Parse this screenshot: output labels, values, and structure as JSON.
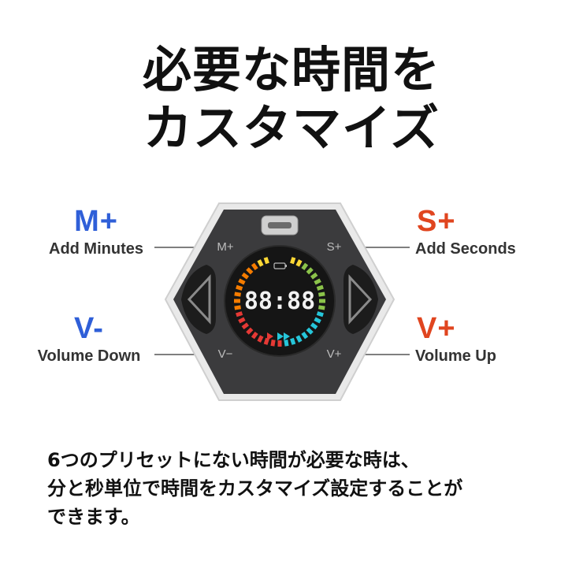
{
  "headline": {
    "line1": "必要な時間を",
    "line2": "カスタマイズ"
  },
  "callouts": {
    "m_plus": {
      "label": "M+",
      "desc": "Add Minutes",
      "color": "#2f5fd8"
    },
    "s_plus": {
      "label": "S+",
      "desc": "Add Seconds",
      "color": "#e0451f"
    },
    "v_minus": {
      "label": "V-",
      "desc": "Volume Down",
      "color": "#2f5fd8"
    },
    "v_plus": {
      "label": "V+",
      "desc": "Volume Up",
      "color": "#e0451f"
    }
  },
  "device": {
    "display": "88:88",
    "corner_labels": {
      "top_left": "M+",
      "top_right": "S+",
      "bottom_left": "V−",
      "bottom_right": "V+"
    },
    "ring_colors": [
      "#e53935",
      "#f57c00",
      "#fdd835",
      "#8bc34a",
      "#26c6da"
    ]
  },
  "body": {
    "line1": "6つのプリセットにない時間が必要な時は、",
    "line2": "分と秒単位で時間をカスタマイズ設定することが",
    "line3": "できます。"
  }
}
